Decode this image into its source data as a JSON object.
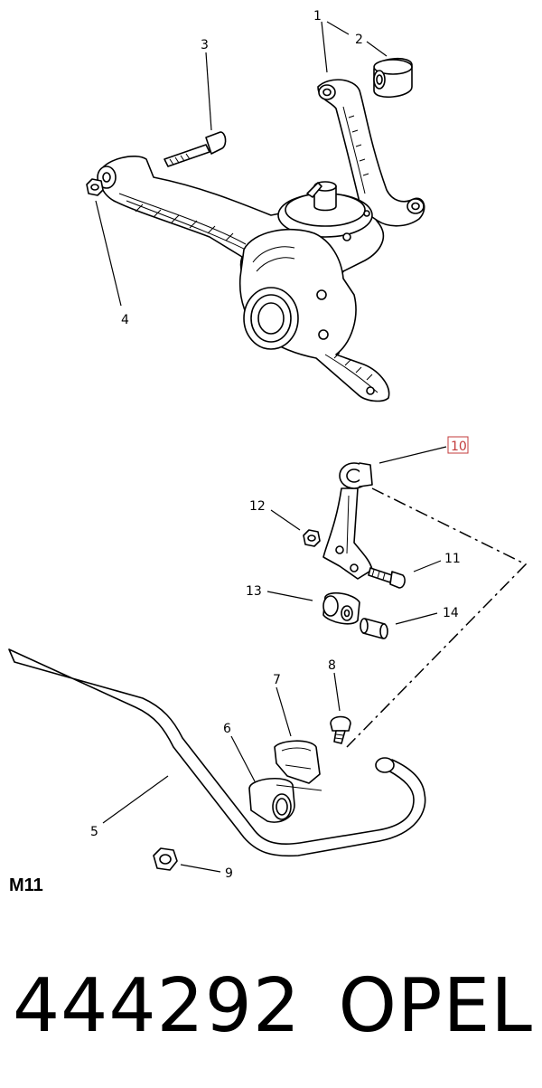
{
  "callouts": {
    "c1": "1",
    "c2": "2",
    "c3": "3",
    "c4": "4",
    "c5": "5",
    "c6": "6",
    "c7": "7",
    "c8": "8",
    "c9": "9",
    "c10": "10",
    "c11": "11",
    "c12": "12",
    "c13": "13",
    "c14": "14"
  },
  "highlight_color": "#c33b3b",
  "model_code": "M11",
  "footer": {
    "part_number": "444292",
    "brand": "OPEL"
  }
}
